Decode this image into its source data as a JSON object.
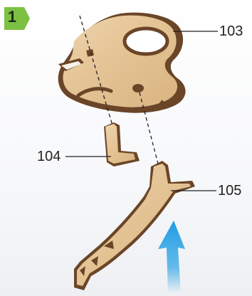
{
  "step": {
    "number": "1",
    "badge_color": "#7cc142"
  },
  "callouts": [
    {
      "id": "part-103",
      "text": "103"
    },
    {
      "id": "part-104",
      "text": "104"
    },
    {
      "id": "part-105",
      "text": "105"
    }
  ],
  "colors": {
    "wood_face": "#e6c79a",
    "wood_edge": "#6b4527",
    "arrow": "#2aa3e6",
    "leader_line": "#222222"
  },
  "icons": [
    "up-arrow-icon"
  ]
}
